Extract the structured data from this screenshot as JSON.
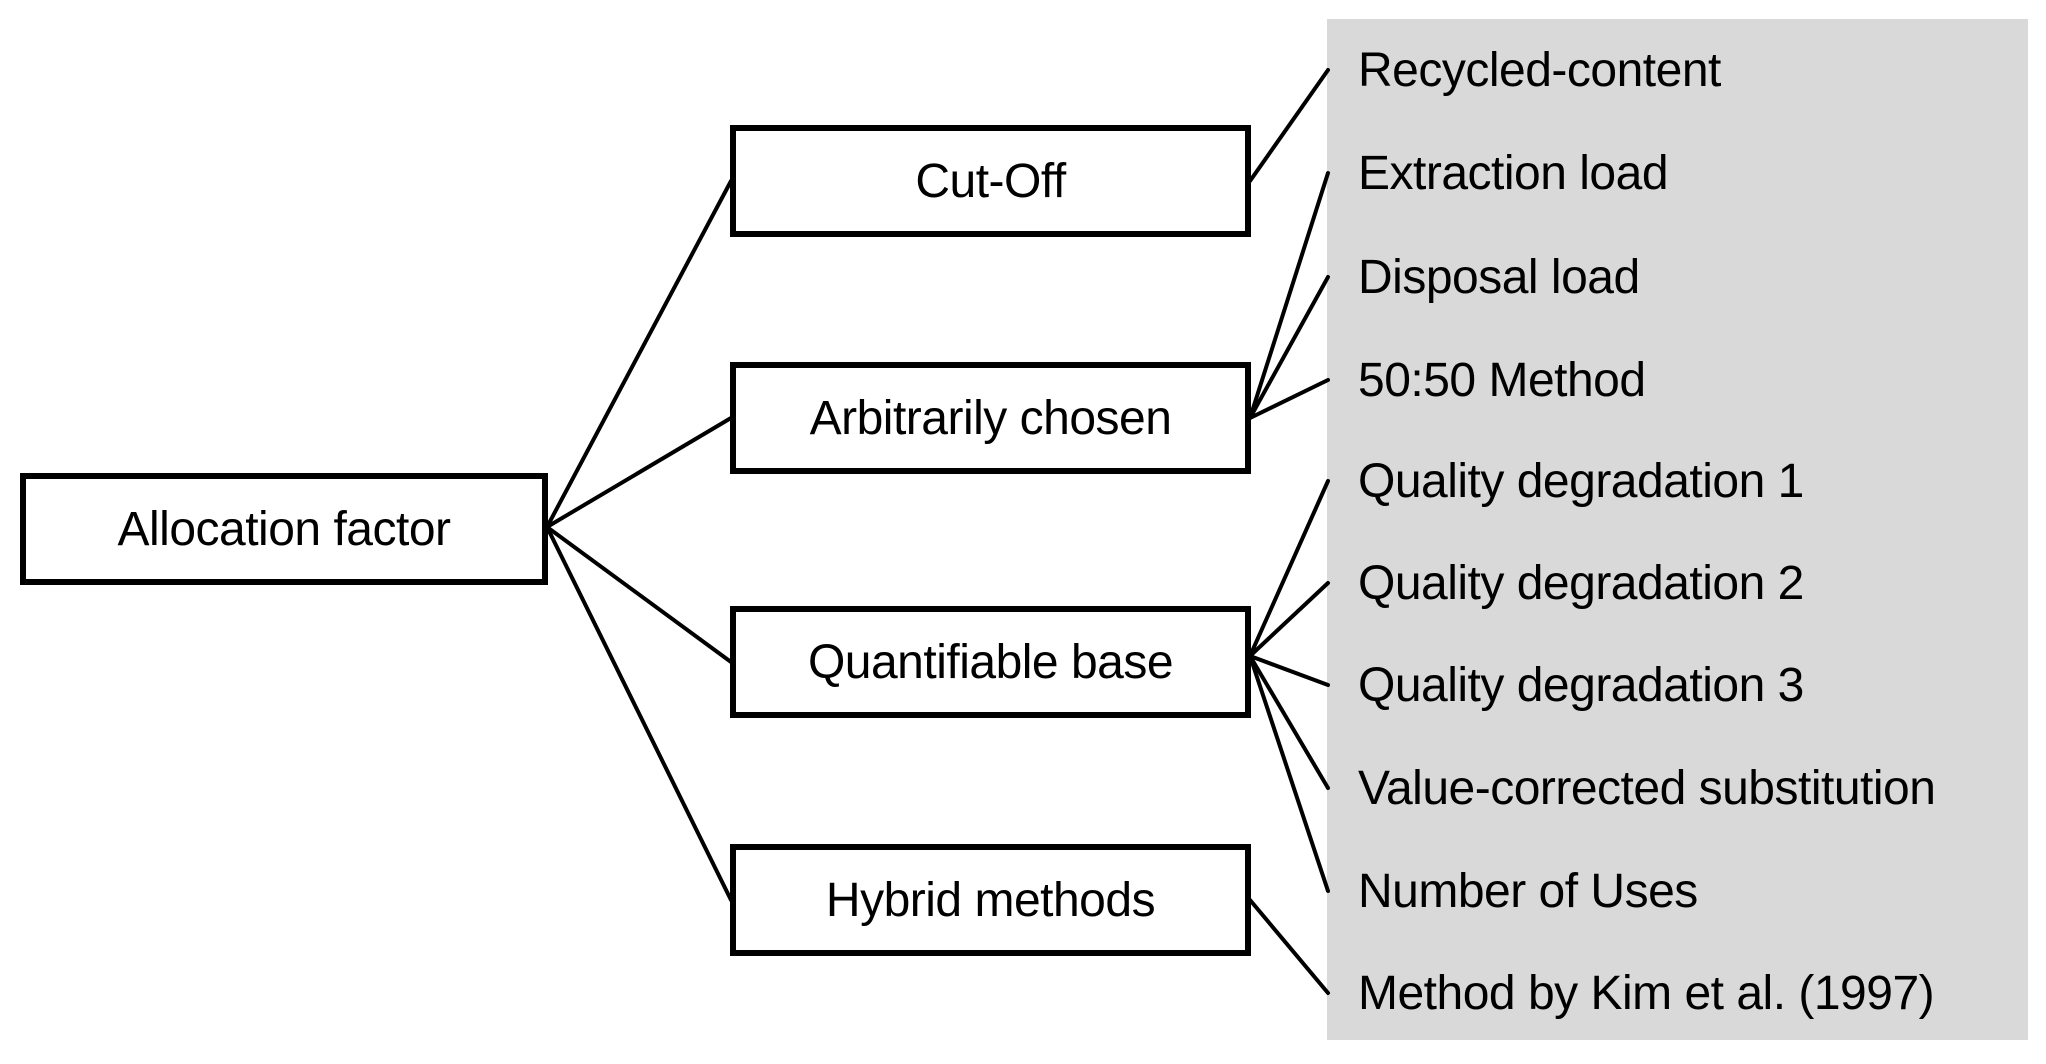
{
  "diagram": {
    "root": {
      "label": "Allocation factor"
    },
    "branches": [
      {
        "label": "Cut-Off",
        "children": [
          "Recycled-content"
        ]
      },
      {
        "label": "Arbitrarily chosen",
        "children": [
          "Extraction load",
          "Disposal load",
          "50:50 Method"
        ]
      },
      {
        "label": "Quantifiable base",
        "children": [
          "Quality degradation 1",
          "Quality degradation 2",
          "Quality degradation 3",
          "Value-corrected substitution",
          "Number of Uses"
        ]
      },
      {
        "label": "Hybrid methods",
        "children": [
          "Method by Kim et al. (1997)"
        ]
      }
    ],
    "colors": {
      "panel_background": "#d9d9d9",
      "box_background": "#ffffff",
      "line": "#000000",
      "text": "#000000"
    }
  }
}
